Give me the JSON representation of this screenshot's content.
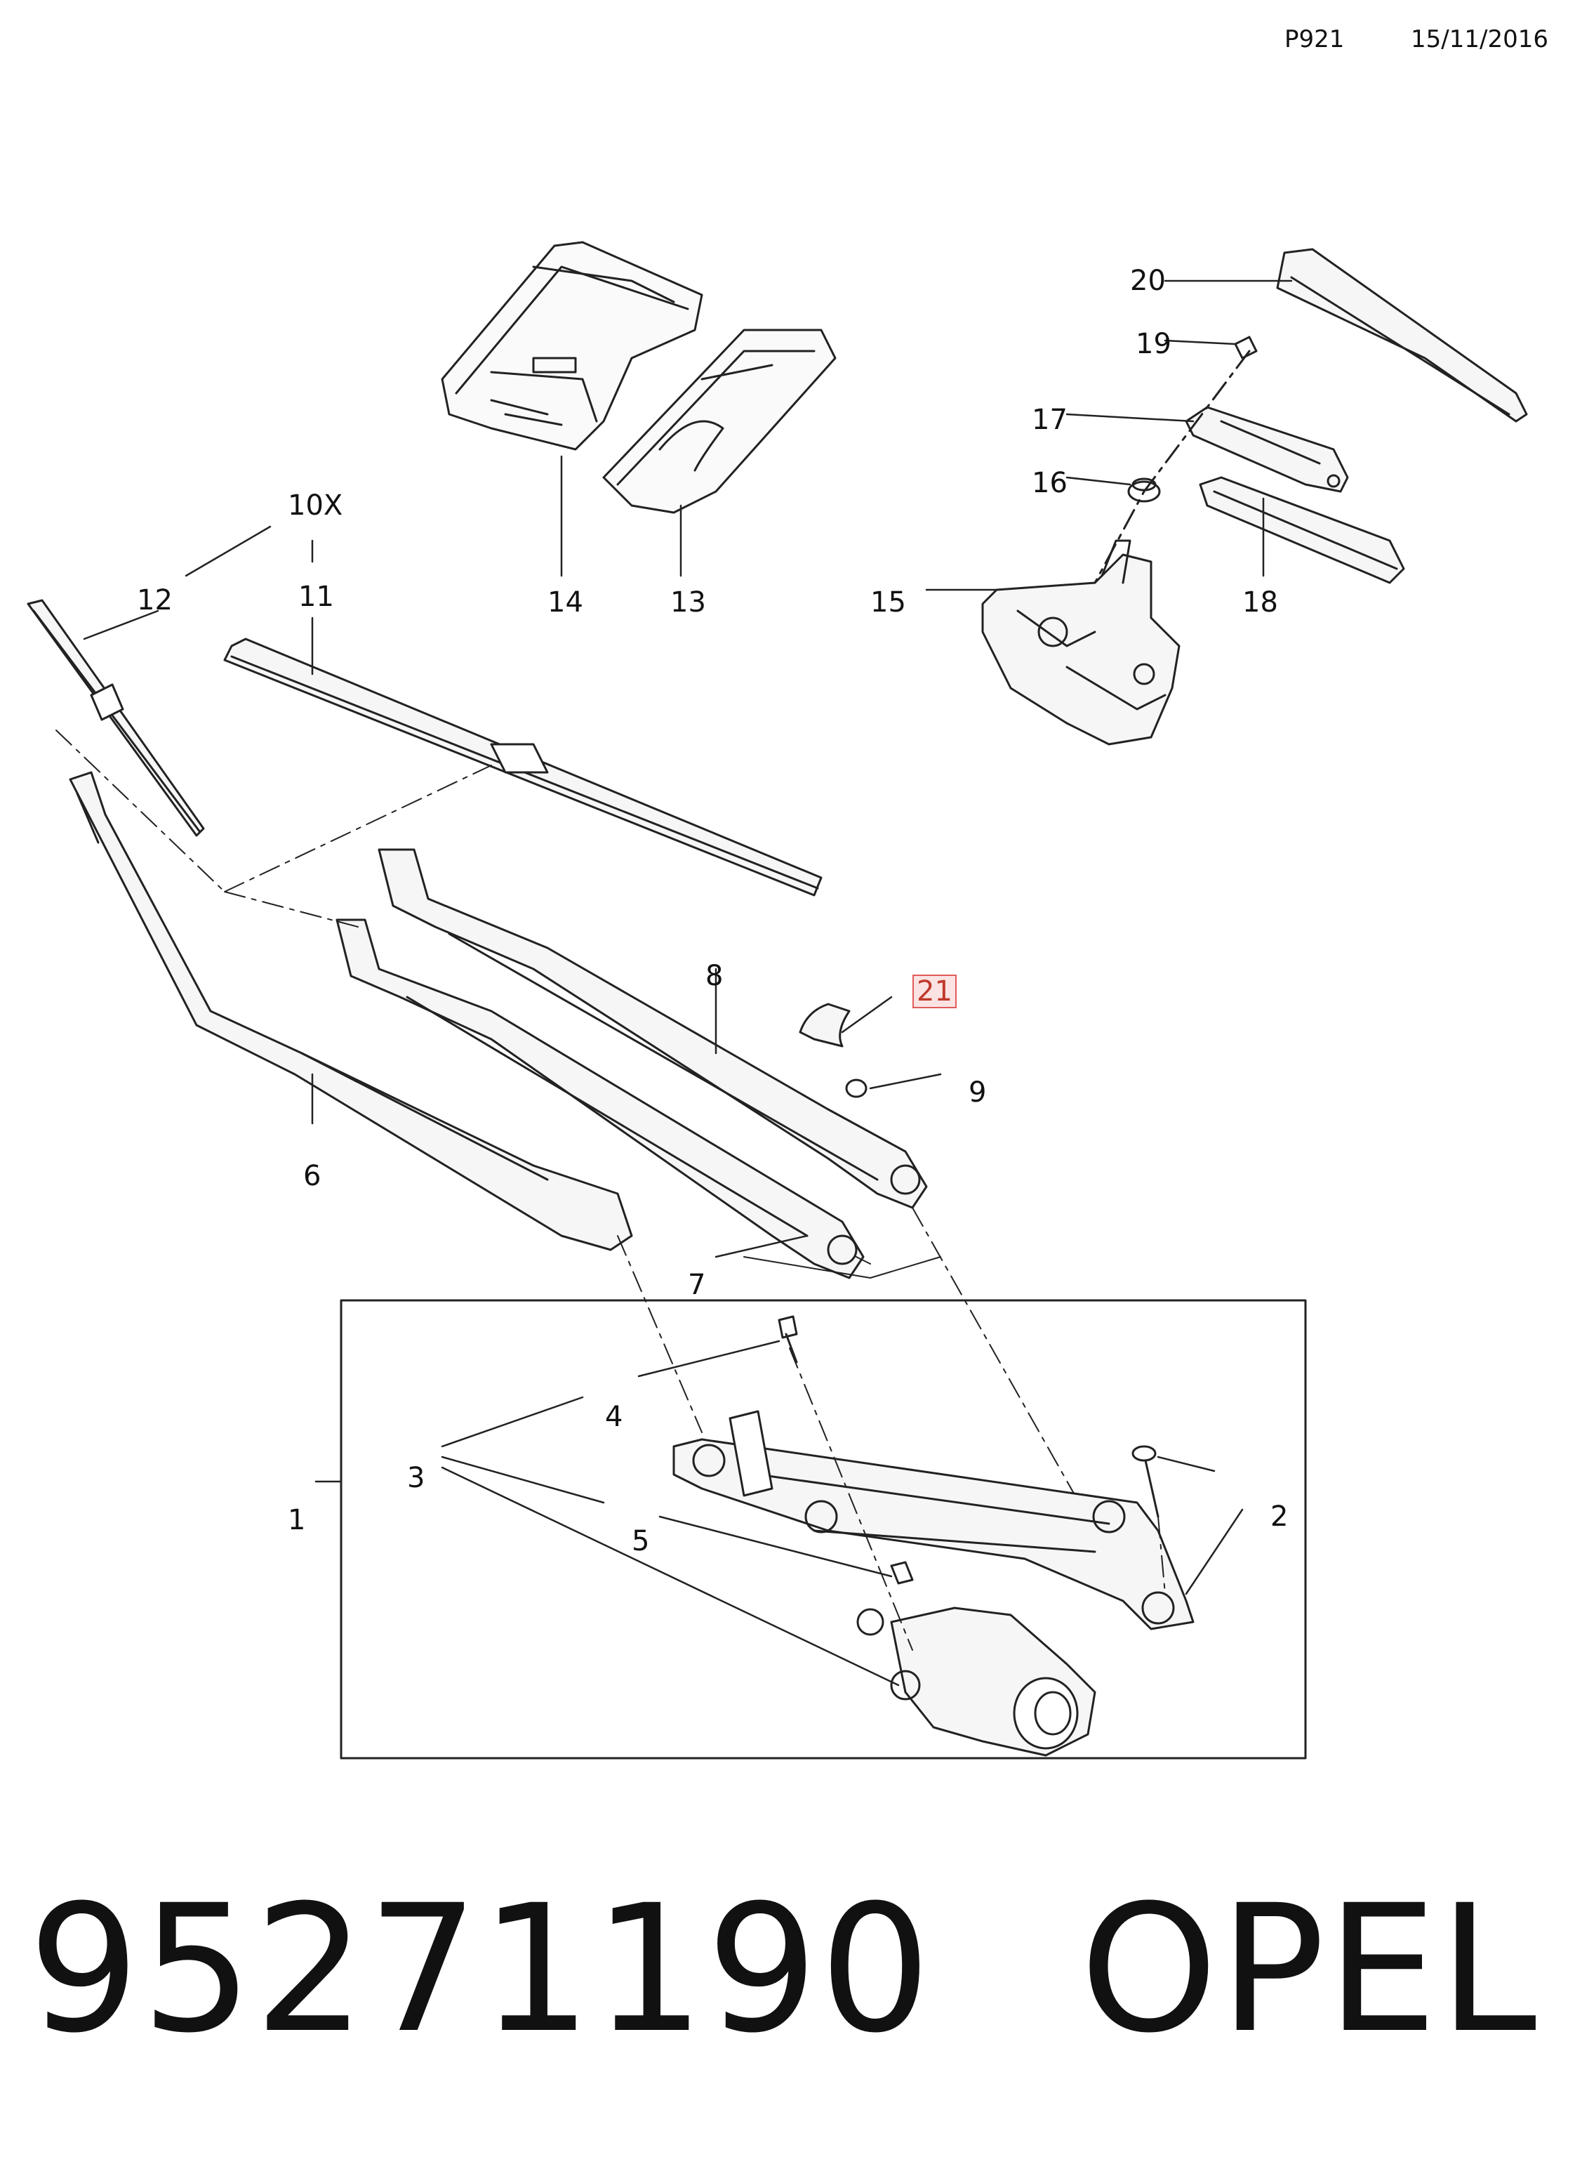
{
  "header": {
    "diagram_code": "P921",
    "date": "15/11/2016"
  },
  "callouts": {
    "c1": "1",
    "c2": "2",
    "c3": "3",
    "c4": "4",
    "c5": "5",
    "c6": "6",
    "c7": "7",
    "c8": "8",
    "c9": "9",
    "c10x": "10X",
    "c11": "11",
    "c12": "12",
    "c13": "13",
    "c14": "14",
    "c15": "15",
    "c16": "16",
    "c17": "17",
    "c18": "18",
    "c19": "19",
    "c20": "20",
    "c21": "21"
  },
  "highlight": {
    "callout": "21",
    "color": "#e05a5a"
  },
  "footer": {
    "part_number": "95271190",
    "brand": "OPEL"
  }
}
